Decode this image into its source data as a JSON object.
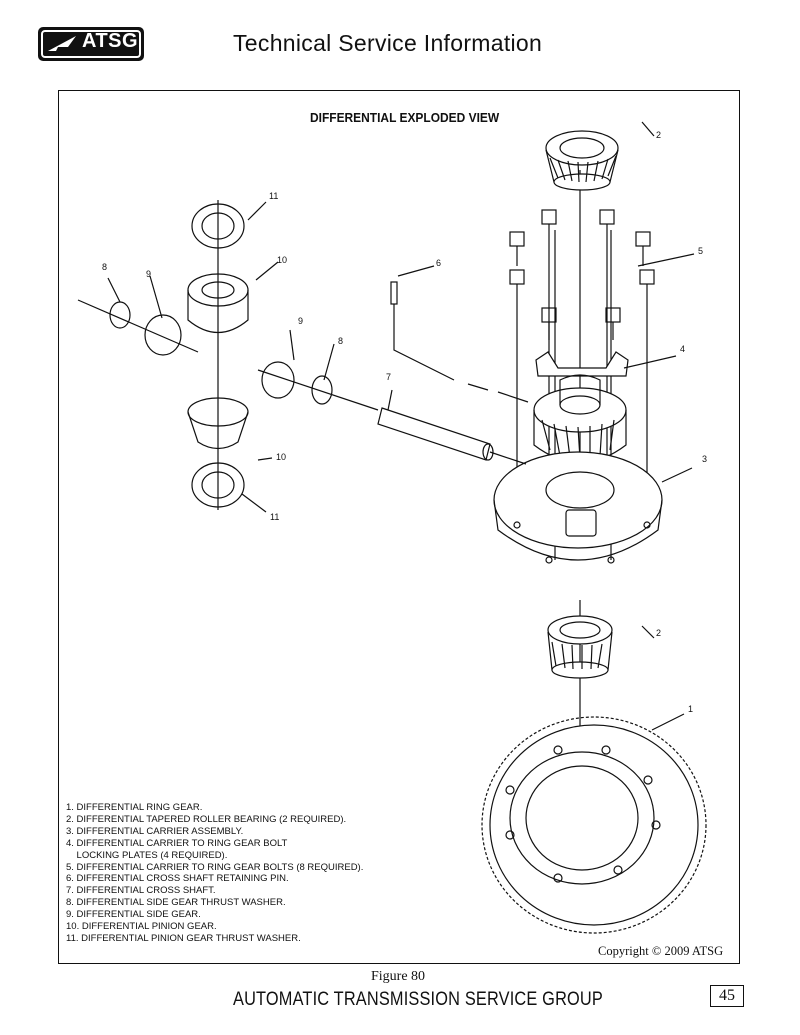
{
  "header": {
    "logo_text": "ATSG",
    "title": "Technical Service Information"
  },
  "figure": {
    "title": "DIFFERENTIAL EXPLODED VIEW",
    "callouts": [
      "11",
      "10",
      "8",
      "9",
      "6",
      "9",
      "8",
      "7",
      "10",
      "11",
      "2",
      "5",
      "4",
      "3",
      "2",
      "1"
    ],
    "legend": [
      "1. DIFFERENTIAL RING GEAR.",
      "2. DIFFERENTIAL TAPERED ROLLER BEARING (2 REQUIRED).",
      "3. DIFFERENTIAL CARRIER ASSEMBLY.",
      "4. DIFFERENTIAL CARRIER TO RING GEAR BOLT",
      "    LOCKING PLATES (4 REQUIRED).",
      "5. DIFFERENTIAL CARRIER TO RING GEAR BOLTS (8 REQUIRED).",
      "6. DIFFERENTIAL CROSS SHAFT RETAINING PIN.",
      "7. DIFFERENTIAL CROSS SHAFT.",
      "8. DIFFERENTIAL SIDE GEAR THRUST WASHER.",
      "9. DIFFERENTIAL SIDE GEAR.",
      "10. DIFFERENTIAL PINION GEAR.",
      "11. DIFFERENTIAL PINION GEAR THRUST WASHER."
    ],
    "copyright": "Copyright © 2009 ATSG",
    "caption": "Figure 80"
  },
  "footer": {
    "company": "AUTOMATIC TRANSMISSION SERVICE GROUP",
    "page_number": "45"
  }
}
